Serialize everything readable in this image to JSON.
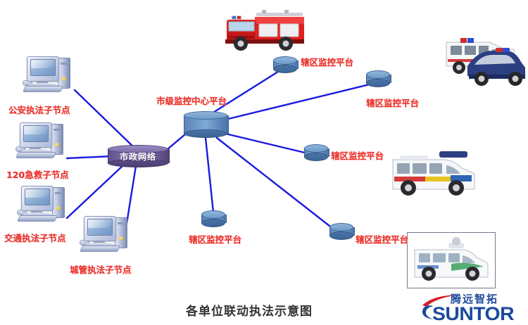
{
  "diagram": {
    "title": "各单位联动执法示意图",
    "center_platform": {
      "label": "市级监控中心平台"
    },
    "municipal_network": {
      "label": "市政网络"
    },
    "sub_nodes": [
      {
        "label": "公安执法子节点"
      },
      {
        "label": "120急救子节点"
      },
      {
        "label": "交通执法子节点"
      },
      {
        "label": "城管执法子节点"
      }
    ],
    "jurisdiction_platforms": [
      {
        "label": "辖区监控平台"
      },
      {
        "label": "辖区监控平台"
      },
      {
        "label": "辖区监控平台"
      },
      {
        "label": "辖区监控平台"
      },
      {
        "label": "辖区监控平台"
      }
    ],
    "vehicles": [
      {
        "name": "fire-truck"
      },
      {
        "name": "police-van-and-car"
      },
      {
        "name": "ambulance-van"
      },
      {
        "name": "enforcement-van"
      }
    ],
    "colors": {
      "link": "#1a1ae0",
      "label_red": "#e8312a",
      "cylinder_blue": "#5b85b8",
      "cylinder_purple": "#6a5a98",
      "logo_blue": "#1b4a9c",
      "logo_red": "#d3202a"
    }
  },
  "logo": {
    "chinese": "腾远智拓",
    "english": "SUNTOR"
  }
}
